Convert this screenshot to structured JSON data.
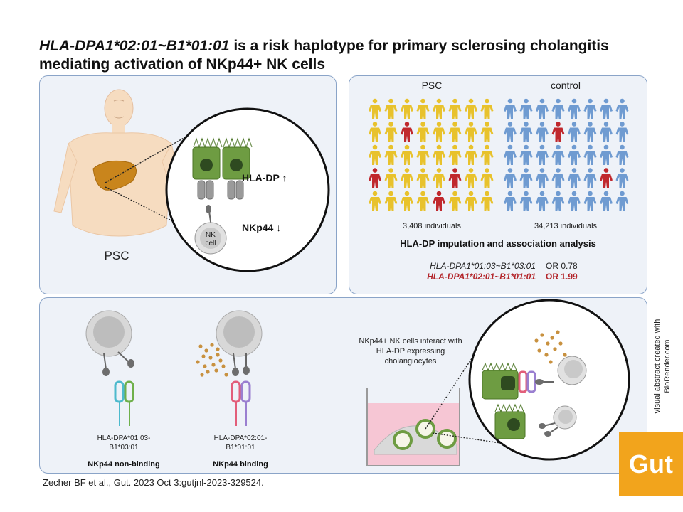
{
  "title": {
    "haplotype_italic": "HLA-DPA1*02:01~B1*01:01",
    "line1_rest": " is a risk haplotype for primary sclerosing cholangitis",
    "line2": "mediating activation of NKp44+ NK cells"
  },
  "top_left": {
    "psc_label": "PSC",
    "hla_dp_label": "HLA-DP ↑",
    "nkp44_label": "NKp44 ↓",
    "nk_cell_line1": "NK",
    "nk_cell_line2": "cell"
  },
  "top_right": {
    "psc_header": "PSC",
    "control_header": "control",
    "psc_count": "3,408 individuals",
    "control_count": "34,213 individuals",
    "analysis_title": "HLA-DP imputation and association analysis",
    "haplotype1": "HLA-DPA1*01:03~B1*03:01",
    "or1": "OR 0.78",
    "haplotype2": "HLA-DPA1*02:01~B1*01:01",
    "or2": "OR 1.99"
  },
  "bottom": {
    "allele1_line1": "HLA-DPA*01:03-",
    "allele1_line2": "B1*03:01",
    "label_non_binding": "NKp44 non-binding",
    "allele2_line1": "HLA-DPA*02:01-",
    "allele2_line2": "B1*01:01",
    "label_binding": "NKp44 binding",
    "interaction_line1": "NKp44+ NK cells interact with",
    "interaction_line2": "HLA-DP expressing",
    "interaction_line3": "cholangiocytes"
  },
  "credit_line1": "visual abstract created with",
  "credit_line2": "BioRender.com",
  "citation": "Zecher BF et al., Gut. 2023 Oct 3:gutjnl-2023-329524.",
  "logo_text": "Gut",
  "colors": {
    "psc_person": "#e8c22c",
    "control_person": "#6f9bd1",
    "highlight_person": "#c0282d",
    "risk_text": "#b3262b",
    "logo_bg": "#f2a41c",
    "panel_border": "#8aa4c8"
  }
}
